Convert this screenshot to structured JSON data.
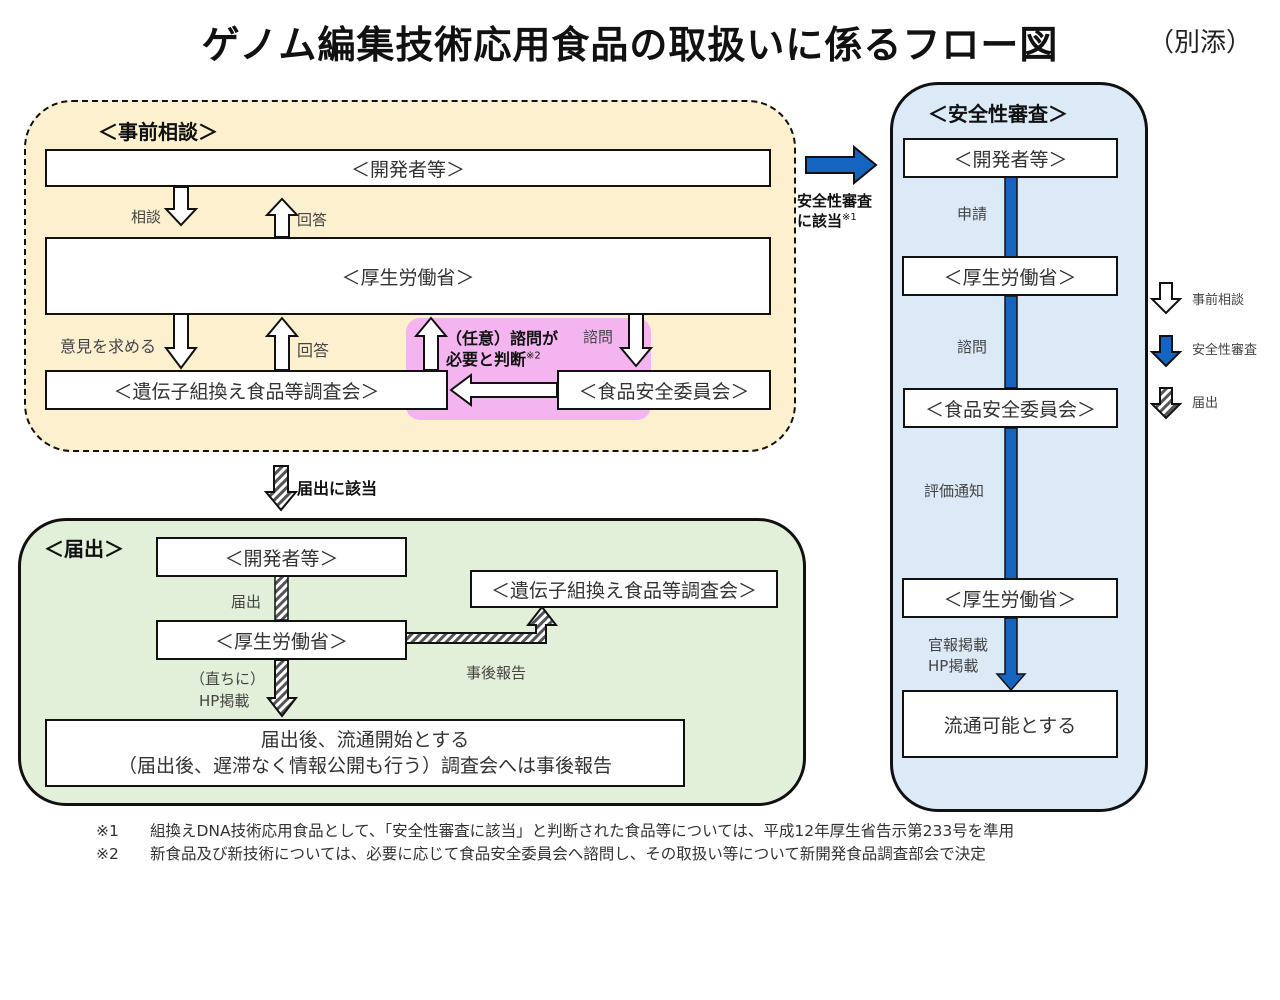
{
  "title": "ゲノム編集技術応用食品の取扱いに係るフロー図",
  "attachment_label": "（別添）",
  "colors": {
    "consultation_bg": "#fdf0cf",
    "optional_bg": "#f4b4f0",
    "notification_bg": "#e2efd9",
    "safety_bg": "#dce9f7",
    "safety_arrow": "#1565c0"
  },
  "consultation": {
    "heading": "＜事前相談＞",
    "developer": "＜開発者等＞",
    "mhlw": "＜厚生労働省＞",
    "council": "＜遺伝子組換え食品等調査会＞",
    "fsc": "＜食品安全委員会＞",
    "arrow_consult": "相談",
    "arrow_answer1": "回答",
    "arrow_opinion": "意見を求める",
    "arrow_answer2": "回答",
    "arrow_inquiry": "諮問",
    "optional_line1": "（任意）諮問が",
    "optional_line2": "必要と判断",
    "optional_note": "※2"
  },
  "to_safety": {
    "line1": "安全性審査",
    "line2": "に該当",
    "note": "※1"
  },
  "to_notification": "届出に該当",
  "notification": {
    "heading": "＜届出＞",
    "developer": "＜開発者等＞",
    "mhlw": "＜厚生労働省＞",
    "council": "＜遺伝子組換え食品等調査会＞",
    "arrow_notify": "届出",
    "arrow_report": "事後報告",
    "arrow_hp_line1": "（直ちに）",
    "arrow_hp_line2": "HP掲載",
    "result_line1": "届出後、流通開始とする",
    "result_line2": "（届出後、遅滞なく情報公開も行う）調査会へは事後報告"
  },
  "safety": {
    "heading": "＜安全性審査＞",
    "developer": "＜開発者等＞",
    "mhlw1": "＜厚生労働省＞",
    "fsc": "＜食品安全委員会＞",
    "mhlw2": "＜厚生労働省＞",
    "result": "流通可能とする",
    "step_apply": "申請",
    "step_inquiry": "諮問",
    "step_evaluation": "評価通知",
    "step_publish_line1": "官報掲載",
    "step_publish_line2": "HP掲載"
  },
  "legend": [
    {
      "icon": "white-arrow-icon",
      "label": "事前相談"
    },
    {
      "icon": "blue-arrow-icon",
      "label": "安全性審査"
    },
    {
      "icon": "hatched-arrow-icon",
      "label": "届出"
    }
  ],
  "footnotes": [
    {
      "mark": "※1",
      "text": "組換えDNA技術応用食品として、「安全性審査に該当」と判断された食品等については、平成12年厚生省告示第233号を準用"
    },
    {
      "mark": "※2",
      "text": "新食品及び新技術については、必要に応じて食品安全委員会へ諮問し、その取扱い等について新開発食品調査部会で決定"
    }
  ]
}
